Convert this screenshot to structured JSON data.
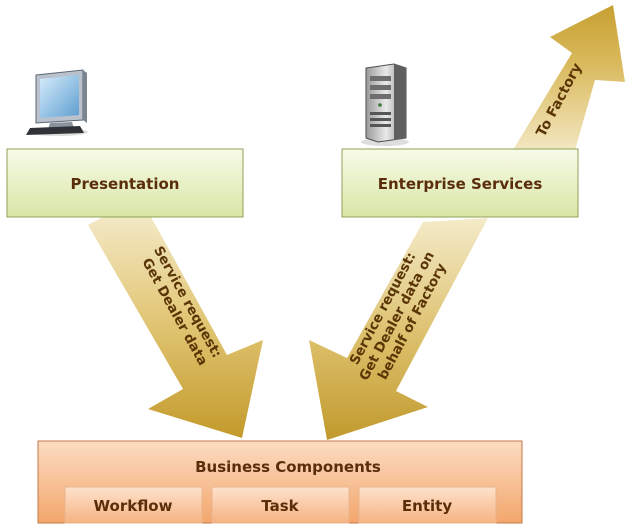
{
  "boxes": {
    "presentation": "Presentation",
    "enterprise_services": "Enterprise Services",
    "business_components": "Business Components",
    "workflow": "Workflow",
    "task": "Task",
    "entity": "Entity"
  },
  "arrows": {
    "left_request_line1": "Service request:",
    "left_request_line2": "Get Dealer data",
    "right_request_line1": "Service request:",
    "right_request_line2": "Get Dealer data on",
    "right_request_line3": "behalf of Factory",
    "to_factory": "To Factory"
  },
  "icons": {
    "presentation": "desktop-monitor-icon",
    "enterprise": "server-tower-icon"
  },
  "colors": {
    "arrow_gold_light": "#f3e9c5",
    "arrow_gold_dark": "#c9a233",
    "presentation_fill_top": "#f6fbe6",
    "presentation_fill_bottom": "#dde9ac",
    "business_fill_top": "#fbd9bd",
    "business_fill_bottom": "#f2a468",
    "box_text": "#5a2e0a"
  }
}
